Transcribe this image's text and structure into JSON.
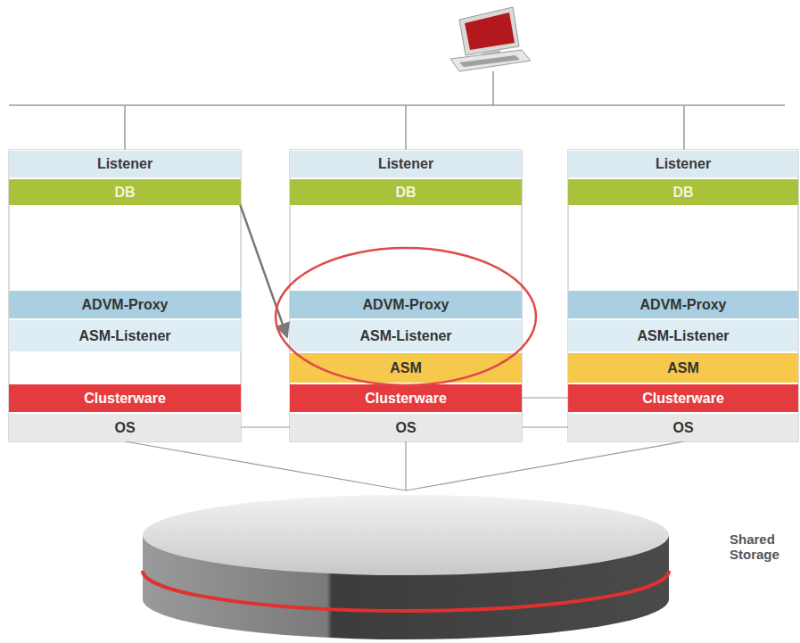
{
  "diagram": {
    "nodes": [
      {
        "text": [
          "Listener"
        ]
      },
      {
        "text": [
          "DB"
        ]
      },
      {
        "text": [
          "ADVM-Proxy"
        ]
      },
      {
        "text": [
          "ASM-Listener"
        ]
      },
      {
        "text": [
          "Clusterware"
        ]
      },
      {
        "text": [
          "OS"
        ]
      },
      {
        "text": [
          "Listener"
        ]
      },
      {
        "text": [
          "DB"
        ]
      },
      {
        "text": [
          "ADVM-Proxy"
        ]
      },
      {
        "text": [
          "ASM-Listener"
        ]
      },
      {
        "text": [
          "ASM"
        ]
      },
      {
        "text": [
          "Clusterware"
        ]
      },
      {
        "text": [
          "OS"
        ]
      },
      {
        "text": [
          "Listener"
        ]
      },
      {
        "text": [
          "DB"
        ]
      },
      {
        "text": [
          "ADVM-Proxy"
        ]
      },
      {
        "text": [
          "ASM-Listener"
        ]
      },
      {
        "text": [
          "ASM"
        ]
      },
      {
        "text": [
          "Clusterware"
        ]
      },
      {
        "text": [
          "OS"
        ]
      }
    ],
    "edges": [
      {
        "from": 1,
        "to": 9,
        "arrow": "to"
      },
      {
        "from": 5,
        "to": 12,
        "arrow": "none"
      },
      {
        "from": 11,
        "to": 18,
        "arrow": "none"
      },
      {
        "from": 12,
        "to": 19,
        "arrow": "none"
      }
    ],
    "labels": [
      "Shared Storage"
    ]
  }
}
